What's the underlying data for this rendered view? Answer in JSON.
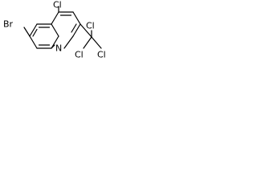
{
  "molecule": {
    "atoms": {
      "br": "Br",
      "cl_ring": "Cl",
      "n": "N",
      "cl_1": "Cl",
      "cl_2": "Cl",
      "cl_3": "Cl"
    }
  },
  "colors": {
    "bond": "#000000",
    "label": "#000000",
    "background": "#ffffff"
  }
}
